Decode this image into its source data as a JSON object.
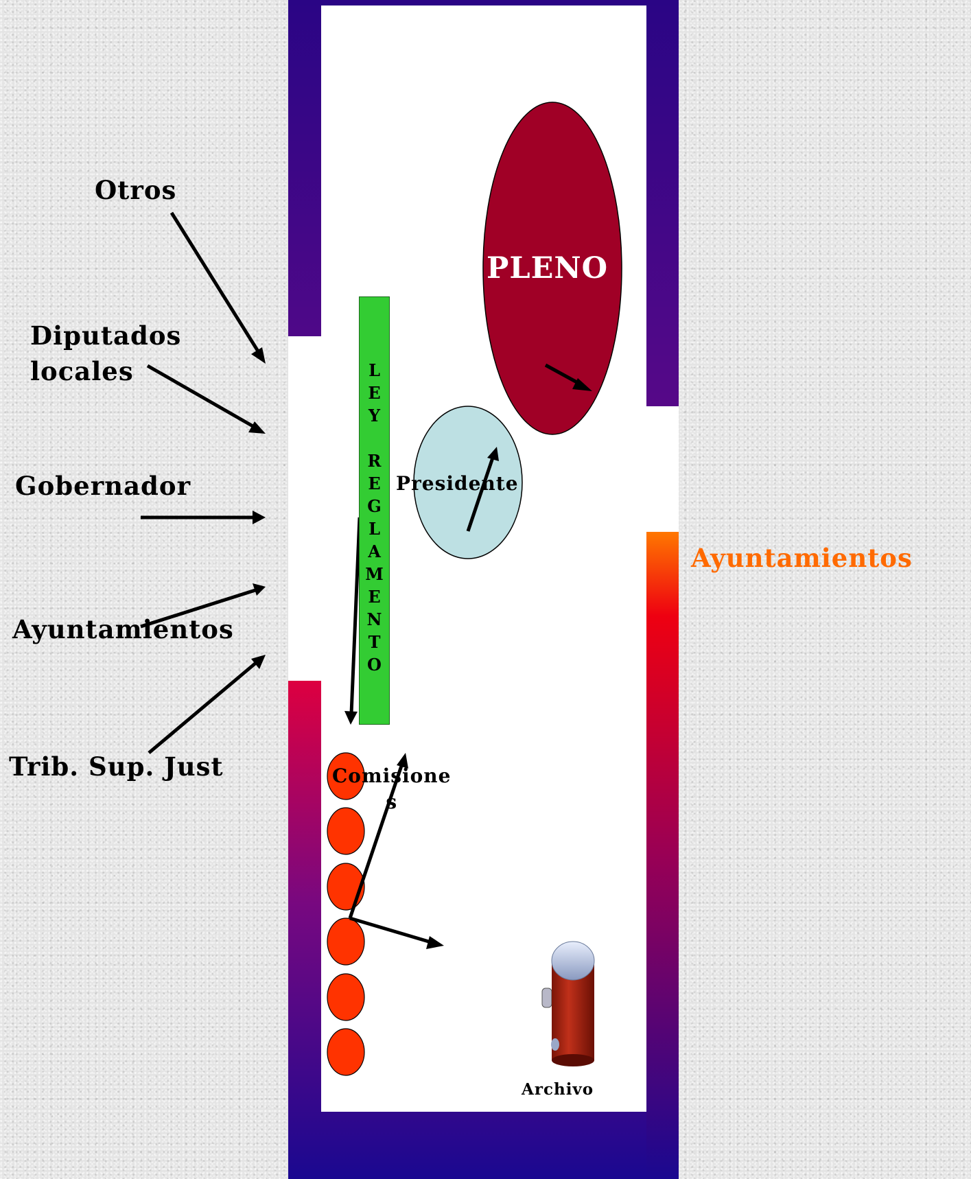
{
  "colors": {
    "frame_top": "#2a0585",
    "frame_mid": "#cc0055",
    "frame_bottom": "#1a0890",
    "right_lower_top": "#ff7700",
    "right_lower_mid": "#ee0011",
    "inner_panel": "#ffffff",
    "pleno": "#a00026",
    "presidente": "#bde0e3",
    "ley_reglamento": "#33cc33",
    "comisiones": "#ff3300",
    "ayuntamientos_right": "#ff6a00"
  },
  "labels": {
    "otros": "Otros",
    "diputados_locales": "Diputados\nlocales",
    "gobernador": "Gobernador",
    "ayuntamientos_left": "Ayuntamientos",
    "trib_sup_just": "Trib. Sup. Just",
    "pleno": "PLENO",
    "presidente": "Presidente",
    "ley_reglamento": "LEY REGLAMENTO",
    "comisiones": "Comisione\ns",
    "archivo": "Archivo",
    "ayuntamientos_right": "Ayuntamientos"
  },
  "icons": {
    "archivo": "filing-cylinder-icon"
  }
}
